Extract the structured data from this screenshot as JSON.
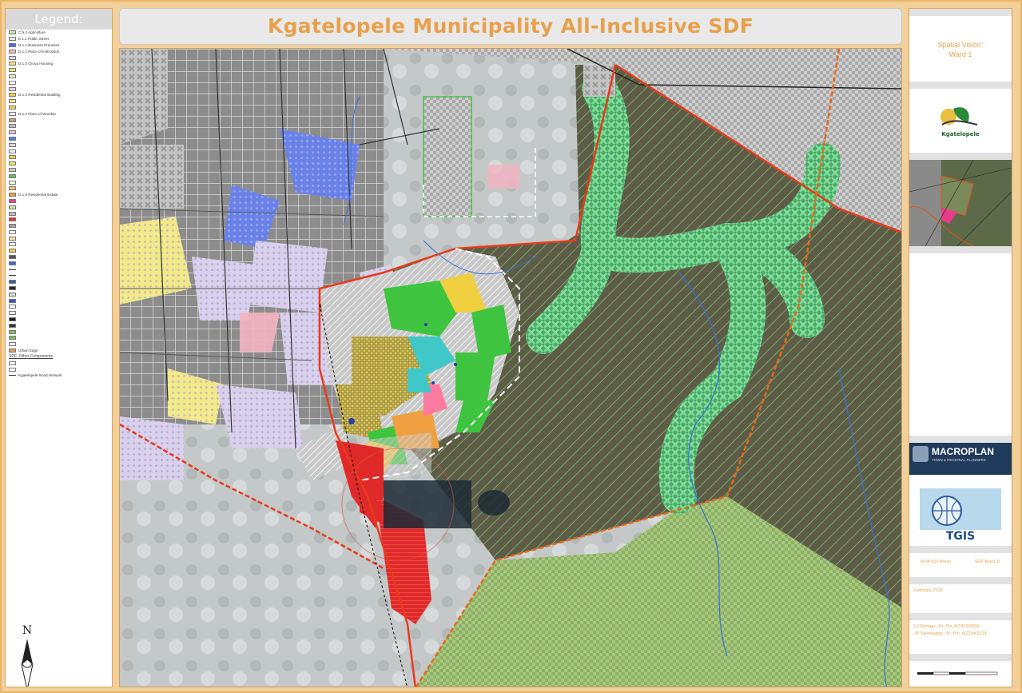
{
  "title": "Kgatelopele Municipality All-Inclusive SDF",
  "legend": {
    "heading": "Legend:",
    "items": [
      {
        "label": "C.5.2 Agriculture",
        "color": "#c8e6a0"
      },
      {
        "label": "E.1.1 Public Street",
        "color": "#e8e8e8"
      },
      {
        "label": "D.1.1 Business Premises",
        "color": "#4a6ee8"
      },
      {
        "label": "D.1.1 Place of Instruction",
        "color": "#f6b3c0"
      },
      {
        "label": "",
        "color": "#e0d0f0"
      },
      {
        "label": "D.1.3 Group Housing",
        "color": "#f5e36a"
      },
      {
        "label": "",
        "color": "#f5e36a"
      },
      {
        "label": "",
        "color": "#dff2c0"
      },
      {
        "label": "",
        "color": "#ffffff"
      },
      {
        "label": "",
        "color": "#e0d0f0"
      },
      {
        "label": "D.1.4 Residential Building",
        "color": "#f5c84a"
      },
      {
        "label": "",
        "color": "#f5e36a"
      },
      {
        "label": "",
        "color": "#f5d060"
      },
      {
        "label": "D.1.2 Place of Worship",
        "color": "#ffffff"
      },
      {
        "label": "",
        "color": "#c8a070"
      },
      {
        "label": "",
        "color": "#bbbbbb"
      },
      {
        "label": "",
        "color": "#d8c0e8"
      },
      {
        "label": "",
        "color": "#4a80d8"
      },
      {
        "label": "",
        "color": "#d8d8d8"
      },
      {
        "label": "",
        "color": "#f0f0f0"
      },
      {
        "label": "",
        "color": "#e8c850"
      },
      {
        "label": "",
        "color": "#f5e36a"
      },
      {
        "label": "",
        "color": "#c8c8c8"
      },
      {
        "label": "",
        "color": "#58c858"
      },
      {
        "label": "",
        "color": "#ffffff"
      },
      {
        "label": "",
        "color": "#f0c860"
      },
      {
        "label": "D.1.6 Residential Estate",
        "color": "#f0a040"
      },
      {
        "label": "",
        "color": "#ff3b8a"
      },
      {
        "label": "",
        "color": "#c8e8a8"
      },
      {
        "label": "",
        "color": "#bbbbbb"
      },
      {
        "label": "",
        "color": "#e83030"
      },
      {
        "label": "",
        "color": "#a0a0a0"
      },
      {
        "label": "",
        "color": "#ffffff"
      },
      {
        "label": "",
        "color": "#f0e0a0"
      },
      {
        "label": "",
        "color": "#ffffff"
      },
      {
        "label": "",
        "color": "#f5c840"
      },
      {
        "label": "",
        "color": "#555555"
      }
    ],
    "spatial": [
      {
        "label": "",
        "color": "#3a6ed8"
      },
      {
        "label": "",
        "color": "#333333",
        "line": true
      },
      {
        "label": "",
        "color": "#333333",
        "line": true
      },
      {
        "label": "",
        "color": "#2e5fb8"
      },
      {
        "label": "",
        "color": "#2a2a2a"
      },
      {
        "label": "",
        "color": "#d0e0c0"
      },
      {
        "label": "",
        "color": "#2e5fb8"
      },
      {
        "label": "",
        "color": "#ffffff"
      },
      {
        "label": "",
        "color": "#ffffff"
      },
      {
        "label": "",
        "color": "#222222"
      },
      {
        "label": "",
        "color": "#333333"
      },
      {
        "label": "",
        "color": "#80c060"
      },
      {
        "label": "",
        "color": "#80c060"
      },
      {
        "label": "",
        "color": "#ffffff"
      },
      {
        "label": "Urban Edge",
        "color": "#e8a050"
      }
    ],
    "other_heading": "SDF: Other Components",
    "other": [
      {
        "label": "",
        "color": "#ffffff"
      },
      {
        "label": "",
        "color": "#ffffff"
      },
      {
        "label": "Kgatelopele Road Network",
        "color": "#333333",
        "line": true
      }
    ],
    "north_label": "N"
  },
  "right": {
    "vision_line1": "Spatial Vision:",
    "vision_line2": "Ward 1",
    "logo_text": "Kgatelopele",
    "macroplan": "MACROPLAN",
    "macroplan_sub": "TOWN & REGIONAL PLANNERS",
    "tgis": "TGIS",
    "entry1": "RSA 500 Areas",
    "entry2": "SDF Ward 1/",
    "date": "February 2015",
    "name1": "LJ Pienaar - Pr. Pln. A/1322/2009",
    "name2": "JP Steenkamp - Pr. Pln. A/2294/2014"
  }
}
